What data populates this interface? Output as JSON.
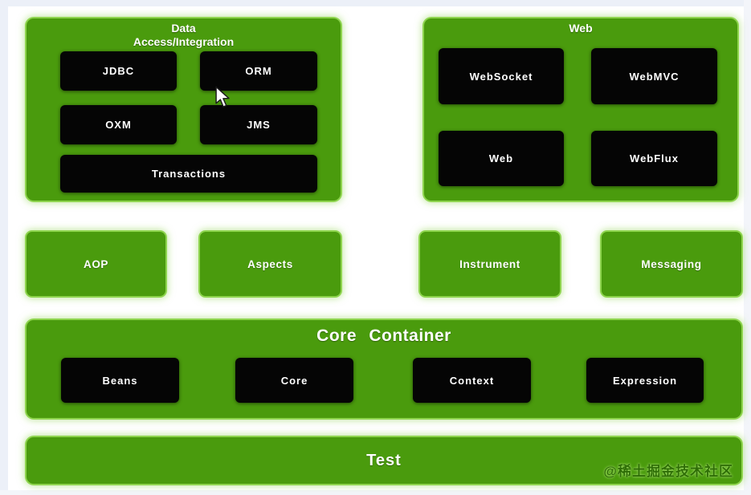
{
  "colors": {
    "panel_green": "#4a9b0d",
    "panel_glow_green": "#8ed44e",
    "module_black": "#050505",
    "text_white": "#ffffff",
    "frame_light": "#ecf0f8",
    "watermark_green": "#2e6e06"
  },
  "panels": {
    "data_access": {
      "title_line1": "Data",
      "title_line2": "Access/Integration",
      "modules": [
        "JDBC",
        "ORM",
        "OXM",
        "JMS",
        "Transactions"
      ]
    },
    "web": {
      "title": "Web",
      "modules": [
        "WebSocket",
        "WebMVC",
        "Web",
        "WebFlux"
      ]
    },
    "middle_row": {
      "modules": [
        "AOP",
        "Aspects",
        "Instrument",
        "Messaging"
      ]
    },
    "core_container": {
      "title": "Core Container",
      "modules": [
        "Beans",
        "Core",
        "Context",
        "Expression"
      ]
    },
    "test": {
      "title": "Test"
    }
  },
  "watermark": {
    "text": "@稀土掘金技术社区"
  }
}
